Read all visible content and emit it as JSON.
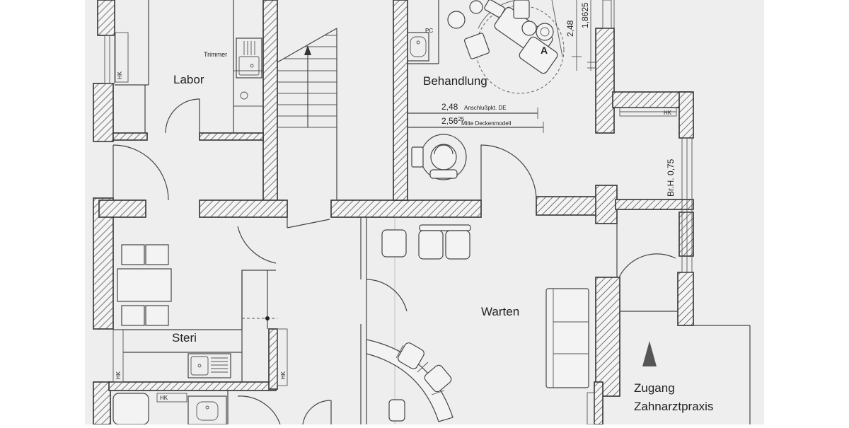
{
  "rooms": {
    "labor": "Labor",
    "behandlung": "Behandlung",
    "steri": "Steri",
    "warten": "Warten",
    "zugang_line1": "Zugang",
    "zugang_line2": "Zahnarztpraxis"
  },
  "annotations": {
    "trimmer": "Trimmer",
    "pc": "PC",
    "hk": "HK",
    "brh": "Br.H. 0,75",
    "dim_248": "2,48",
    "dim_248_note": "Anschlußpkt. DE",
    "dim_256": "2,56",
    "dim_256_sup": "25",
    "dim_256_note": "Mitte Deckenmodell",
    "dim_248_vertical": "2,48",
    "dim_1862": "1,8625",
    "marker_a": "A"
  },
  "colors": {
    "paper": "#eeeeee",
    "outside": "#ffffff",
    "line": "#333333",
    "hatch": "#555555"
  }
}
